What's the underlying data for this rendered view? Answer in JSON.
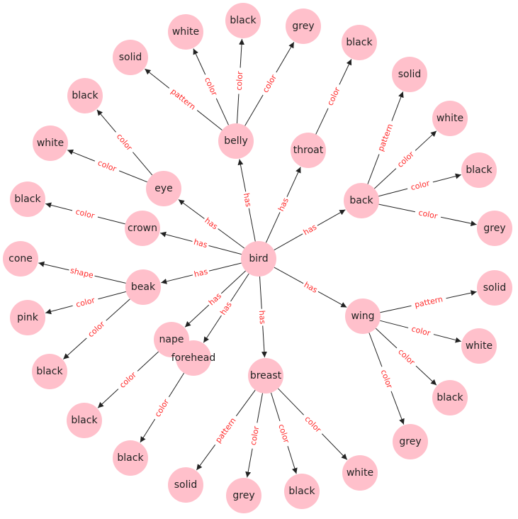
{
  "colors": {
    "node": "#ffc0cb",
    "edge": "#222222",
    "edge_label": "#ff2a2a",
    "text": "#222222"
  },
  "nodes": [
    {
      "id": "bird",
      "label": "bird"
    },
    {
      "id": "belly",
      "label": "belly"
    },
    {
      "id": "belly_white",
      "label": "white"
    },
    {
      "id": "belly_black",
      "label": "black"
    },
    {
      "id": "belly_grey",
      "label": "grey"
    },
    {
      "id": "belly_solid",
      "label": "solid"
    },
    {
      "id": "throat",
      "label": "throat"
    },
    {
      "id": "throat_black",
      "label": "black"
    },
    {
      "id": "back",
      "label": "back"
    },
    {
      "id": "back_solid",
      "label": "solid"
    },
    {
      "id": "back_white",
      "label": "white"
    },
    {
      "id": "back_black",
      "label": "black"
    },
    {
      "id": "back_grey",
      "label": "grey"
    },
    {
      "id": "eye",
      "label": "eye"
    },
    {
      "id": "eye_black",
      "label": "black"
    },
    {
      "id": "eye_white",
      "label": "white"
    },
    {
      "id": "crown",
      "label": "crown"
    },
    {
      "id": "crown_black",
      "label": "black"
    },
    {
      "id": "beak",
      "label": "beak"
    },
    {
      "id": "beak_cone",
      "label": "cone"
    },
    {
      "id": "beak_pink",
      "label": "pink"
    },
    {
      "id": "beak_black",
      "label": "black"
    },
    {
      "id": "nape",
      "label": "nape"
    },
    {
      "id": "nape_black",
      "label": "black"
    },
    {
      "id": "forehead",
      "label": "forehead"
    },
    {
      "id": "forehead_black",
      "label": "black"
    },
    {
      "id": "breast",
      "label": "breast"
    },
    {
      "id": "breast_solid",
      "label": "solid"
    },
    {
      "id": "breast_grey",
      "label": "grey"
    },
    {
      "id": "breast_black",
      "label": "black"
    },
    {
      "id": "breast_white",
      "label": "white"
    },
    {
      "id": "wing",
      "label": "wing"
    },
    {
      "id": "wing_solid",
      "label": "solid"
    },
    {
      "id": "wing_white",
      "label": "white"
    },
    {
      "id": "wing_black",
      "label": "black"
    },
    {
      "id": "wing_grey",
      "label": "grey"
    }
  ],
  "edges": [
    {
      "from": "bird",
      "to": "belly",
      "label": "has"
    },
    {
      "from": "bird",
      "to": "throat",
      "label": "has"
    },
    {
      "from": "bird",
      "to": "back",
      "label": "has"
    },
    {
      "from": "bird",
      "to": "eye",
      "label": "has"
    },
    {
      "from": "bird",
      "to": "crown",
      "label": "has"
    },
    {
      "from": "bird",
      "to": "beak",
      "label": "has"
    },
    {
      "from": "bird",
      "to": "nape",
      "label": "has"
    },
    {
      "from": "bird",
      "to": "forehead",
      "label": "has"
    },
    {
      "from": "bird",
      "to": "breast",
      "label": "has"
    },
    {
      "from": "bird",
      "to": "wing",
      "label": "has"
    },
    {
      "from": "belly",
      "to": "belly_solid",
      "label": "pattern"
    },
    {
      "from": "belly",
      "to": "belly_white",
      "label": "color"
    },
    {
      "from": "belly",
      "to": "belly_black",
      "label": "color"
    },
    {
      "from": "belly",
      "to": "belly_grey",
      "label": "color"
    },
    {
      "from": "throat",
      "to": "throat_black",
      "label": "color"
    },
    {
      "from": "back",
      "to": "back_solid",
      "label": "pattern"
    },
    {
      "from": "back",
      "to": "back_white",
      "label": "color"
    },
    {
      "from": "back",
      "to": "back_black",
      "label": "color"
    },
    {
      "from": "back",
      "to": "back_grey",
      "label": "color"
    },
    {
      "from": "eye",
      "to": "eye_black",
      "label": "color"
    },
    {
      "from": "eye",
      "to": "eye_white",
      "label": "color"
    },
    {
      "from": "crown",
      "to": "crown_black",
      "label": "color"
    },
    {
      "from": "beak",
      "to": "beak_cone",
      "label": "shape"
    },
    {
      "from": "beak",
      "to": "beak_pink",
      "label": "color"
    },
    {
      "from": "beak",
      "to": "beak_black",
      "label": "color"
    },
    {
      "from": "nape",
      "to": "nape_black",
      "label": "color"
    },
    {
      "from": "forehead",
      "to": "forehead_black",
      "label": "color"
    },
    {
      "from": "breast",
      "to": "breast_solid",
      "label": "pattern"
    },
    {
      "from": "breast",
      "to": "breast_grey",
      "label": "color"
    },
    {
      "from": "breast",
      "to": "breast_black",
      "label": "color"
    },
    {
      "from": "breast",
      "to": "breast_white",
      "label": "color"
    },
    {
      "from": "wing",
      "to": "wing_solid",
      "label": "pattern"
    },
    {
      "from": "wing",
      "to": "wing_white",
      "label": "color"
    },
    {
      "from": "wing",
      "to": "wing_black",
      "label": "color"
    },
    {
      "from": "wing",
      "to": "wing_grey",
      "label": "color"
    }
  ]
}
